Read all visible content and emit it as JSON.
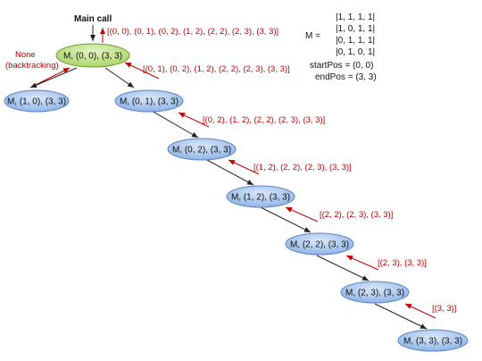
{
  "main_call_label": "Main call",
  "matrix": {
    "label": "M =",
    "rows": [
      "|1, 1, 1, 1|",
      "|1, 0, 1, 1|",
      "|0, 1, 1, 1|",
      "|0, 1, 0, 1|"
    ],
    "start_pos": "startPos = (0, 0)",
    "end_pos": "endPos = (3, 3)"
  },
  "backtrack_note": [
    "None",
    "(backtracking)"
  ],
  "nodes": {
    "n00": "M, (0, 0), (3, 3)",
    "n10": "M, (1, 0), (3, 3)",
    "n01": "M, (0, 1), (3, 3)",
    "n02": "M, (0, 2), (3, 3)",
    "n12": "M, (1, 2), (3, 3)",
    "n22": "M, (2, 2), (3, 3)",
    "n23": "M, (2, 3), (3, 3)",
    "n33": "M, (3, 3), (3, 3)"
  },
  "returns": {
    "r00": "[(0, 0), (0, 1), (0, 2), (1, 2), (2, 2), (2, 3), (3, 3)]",
    "r01": "[(0, 1), (0, 2), (1, 2), (2, 2), (2, 3), (3, 3)]",
    "r02": "[(0, 2), (1, 2), (2, 2), (2, 3), (3, 3)]",
    "r12": "[(1, 2), (2, 2), (2, 3), (3, 3)]",
    "r22": "[(2, 2), (2, 3), (3, 3)]",
    "r23": "[(2, 3), (3, 3)]",
    "r33": "[(3, 3)]"
  },
  "colors": {
    "root_fill": "#b8e07a",
    "node_fill": "#a9c8ef",
    "return_text": "#c00000",
    "arrow_red": "#c00000",
    "arrow_black": "#222222"
  }
}
